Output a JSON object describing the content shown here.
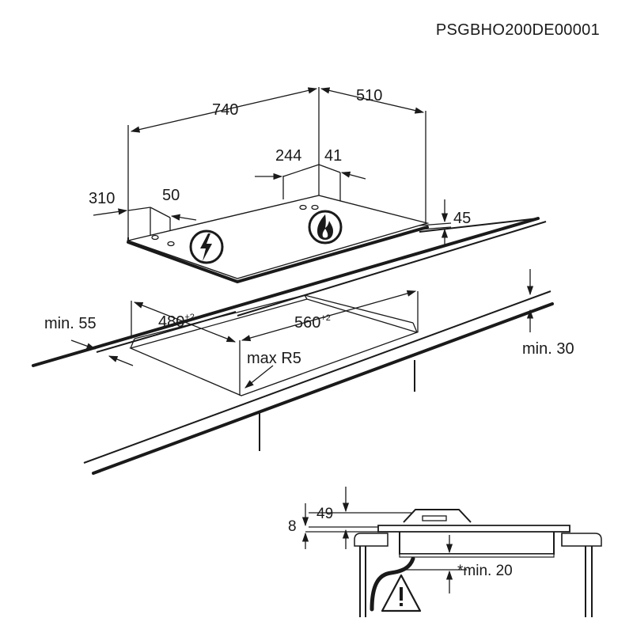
{
  "doc_code": "PSGBHO200DE00001",
  "dims": {
    "width": "740",
    "depth": "510",
    "d244": "244",
    "d41": "41",
    "d310": "310",
    "d50": "50",
    "d45": "45",
    "cut_w": "480",
    "cut_w_tol": "+2",
    "cut_d": "560",
    "cut_d_tol": "+2",
    "min_front": "min. 55",
    "min_side": "min. 30",
    "radius": "max R5",
    "d49": "49",
    "d8": "8",
    "min_below": "*min. 20"
  },
  "icons": {
    "electric": "electric-connection-icon",
    "gas": "gas-flame-icon",
    "warning": "warning-icon"
  }
}
